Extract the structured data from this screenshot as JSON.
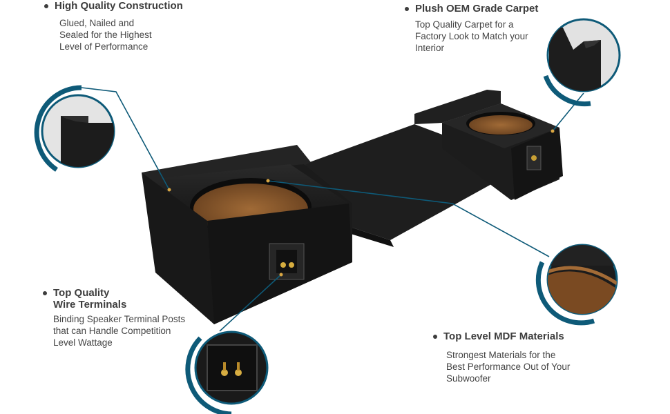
{
  "features": {
    "construction": {
      "title": "High Quality Construction",
      "desc": "Glued, Nailed and Sealed for the Highest Level of Performance"
    },
    "carpet": {
      "title": "Plush OEM Grade Carpet",
      "desc": "Top Quality Carpet for a Factory Look to Match your Interior"
    },
    "terminals": {
      "title_line1": "Top Quality",
      "title_line2": "Wire Terminals",
      "desc": "Binding Speaker Terminal Posts that can Handle Competition Level Wattage"
    },
    "mdf": {
      "title": "Top Level MDF Materials",
      "desc": "Strongest Materials for the Best Performance Out of  Your Subwoofer"
    }
  },
  "colors": {
    "accent": "#0e5a78",
    "carpet": "#1b1b1b",
    "wood": "#8b5a2b",
    "text": "#3d3d3d"
  }
}
